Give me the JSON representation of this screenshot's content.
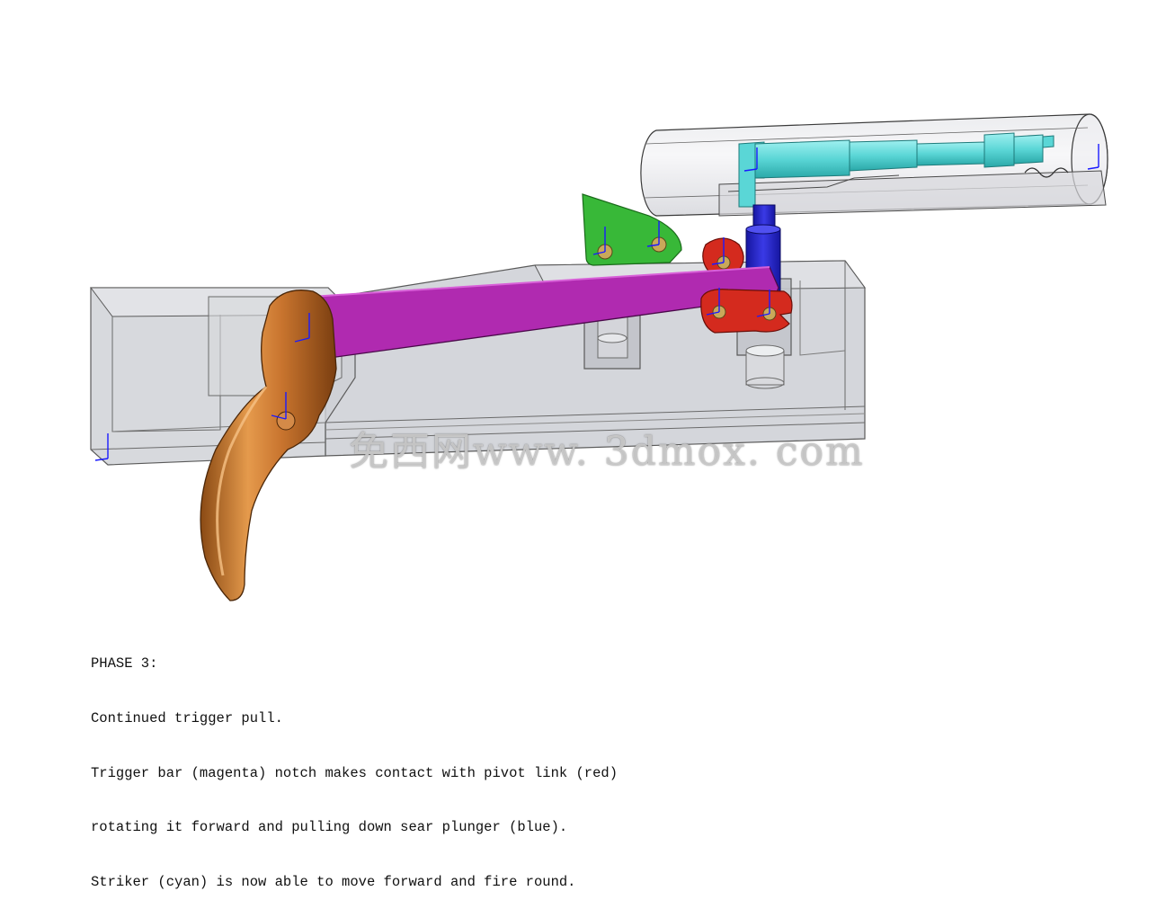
{
  "caption": {
    "lines": [
      "PHASE 3:",
      "Continued trigger pull.",
      "Trigger bar (magenta) notch makes contact with pivot link (red)",
      "rotating it forward and pulling down sear plunger (blue).",
      "Striker (cyan) is now able to move forward and fire round."
    ]
  },
  "watermark": {
    "text": "免西网www. 3dmox. com"
  },
  "colors": {
    "trigger": "#c8742e",
    "trigger_bar": "#b02ab0",
    "pivot_link": "#d42a1e",
    "green_part": "#38b838",
    "sear_plunger": "#2a2ad0",
    "striker": "#5ad6d6",
    "housing": "#c9cbd1",
    "axis_marker": "#1a1aff"
  }
}
